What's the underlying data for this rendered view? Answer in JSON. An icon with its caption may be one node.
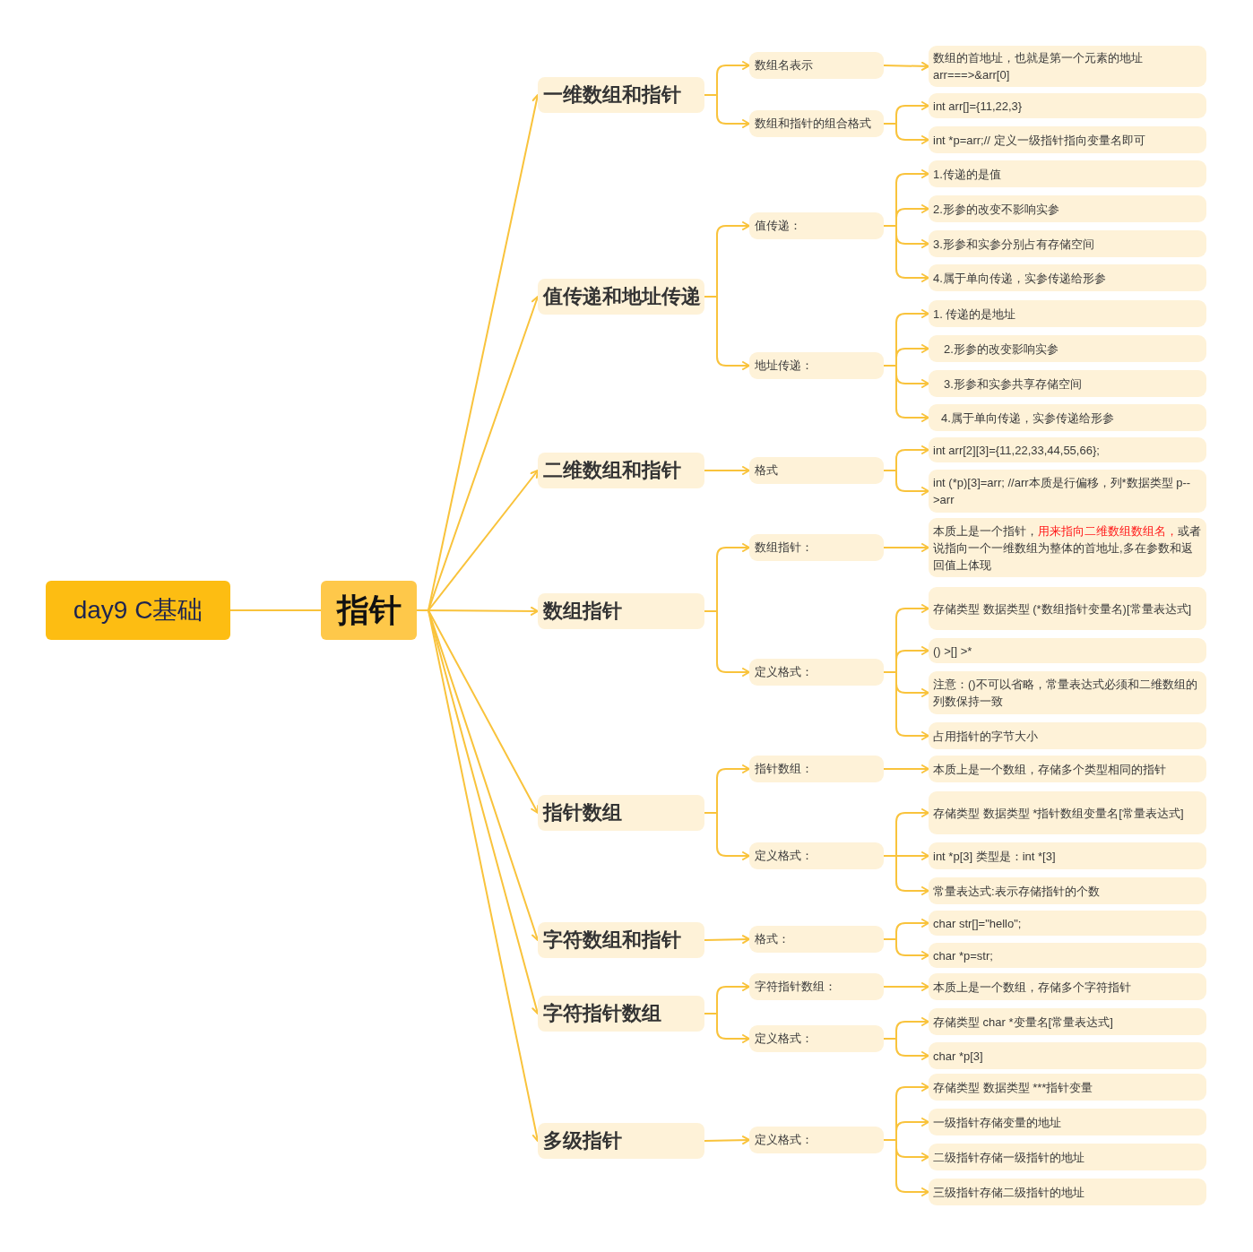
{
  "diagram": {
    "nodes": [
      {
        "text": [
          "day9 C基础"
        ]
      },
      {
        "text": [
          "指针"
        ]
      },
      {
        "text": [
          "一维数组和指针"
        ]
      },
      {
        "text": [
          "值传递和地址传递"
        ]
      },
      {
        "text": [
          "二维数组和指针"
        ]
      },
      {
        "text": [
          "数组指针"
        ]
      },
      {
        "text": [
          "指针数组"
        ]
      },
      {
        "text": [
          "字符数组和指针"
        ]
      },
      {
        "text": [
          "字符指针数组"
        ]
      },
      {
        "text": [
          "多级指针"
        ]
      },
      {
        "text": [
          "数组名表示"
        ]
      },
      {
        "text": [
          "数组和指针的组合格式"
        ]
      },
      {
        "text": [
          "值传递："
        ]
      },
      {
        "text": [
          "地址传递："
        ]
      },
      {
        "text": [
          "格式"
        ]
      },
      {
        "text": [
          "数组指针："
        ]
      },
      {
        "text": [
          "定义格式："
        ]
      },
      {
        "text": [
          "指针数组："
        ]
      },
      {
        "text": [
          "定义格式："
        ]
      },
      {
        "text": [
          "格式："
        ]
      },
      {
        "text": [
          "字符指针数组："
        ]
      },
      {
        "text": [
          "定义格式："
        ]
      },
      {
        "text": [
          "定义格式："
        ]
      },
      {
        "text": [
          "数组的首地址，也就是第一个元素的地址 arr===>&arr[0]"
        ]
      },
      {
        "text": [
          "int arr[]={11,22,3}"
        ]
      },
      {
        "text": [
          "int *p=arr;// 定义一级指针指向变量名即可"
        ]
      },
      {
        "text": [
          "1.传递的是值"
        ]
      },
      {
        "text": [
          "2.形参的改变不影响实参"
        ]
      },
      {
        "text": [
          "3.形参和实参分别占有存储空间"
        ]
      },
      {
        "text": [
          "4.属于单向传递，实参传递给形参"
        ]
      },
      {
        "text": [
          "1. 传递的是地址"
        ]
      },
      {
        "text": [
          "2.形参的改变影响实参"
        ]
      },
      {
        "text": [
          "3.形参和实参共享存储空间"
        ]
      },
      {
        "text": [
          "4.属于单向传递，实参传递给形参"
        ]
      },
      {
        "text": [
          "int arr[2][3]={11,22,33,44,55,66};"
        ]
      },
      {
        "text": [
          "int (*p)[3]=arr;  //arr本质是行偏移，列*数据类型 p-->arr"
        ]
      },
      {
        "text": [
          "本质上是一个指针，",
          "用来指向二维数组数组名，",
          "或者说指向一个一维数组为整体的首地址,多在参数和返回值上体现"
        ]
      },
      {
        "text": [
          "存储类型  数据类型  (*数组指针变量名)[常量表达式]"
        ]
      },
      {
        "text": [
          "() >[] >*"
        ]
      },
      {
        "text": [
          "注意：()不可以省略，常量表达式必须和二维数组的列数保持一致"
        ]
      },
      {
        "text": [
          "占用指针的字节大小"
        ]
      },
      {
        "text": [
          "本质上是一个数组，存储多个类型相同的指针"
        ]
      },
      {
        "text": [
          "存储类型  数据类型  *指针数组变量名[常量表达式]"
        ]
      },
      {
        "text": [
          "int *p[3]   类型是：int *[3]"
        ]
      },
      {
        "text": [
          "常量表达式:表示存储指针的个数"
        ]
      },
      {
        "text": [
          "char str[]=\"hello\";"
        ]
      },
      {
        "text": [
          "char *p=str;"
        ]
      },
      {
        "text": [
          "本质上是一个数组，存储多个字符指针"
        ]
      },
      {
        "text": [
          "存储类型  char *变量名[常量表达式]"
        ]
      },
      {
        "text": [
          "char *p[3]"
        ]
      },
      {
        "text": [
          "存储类型  数据类型  ***指针变量"
        ]
      },
      {
        "text": [
          "一级指针存储变量的地址"
        ]
      },
      {
        "text": [
          "二级指针存储一级指针的地址"
        ]
      },
      {
        "text": [
          "三级指针存储二级指针的地址"
        ]
      }
    ],
    "edges": [
      {
        "from": 0,
        "to": 1,
        "arrow": "none"
      },
      {
        "from": 1,
        "to": 2,
        "arrow": "to"
      },
      {
        "from": 1,
        "to": 3,
        "arrow": "to"
      },
      {
        "from": 1,
        "to": 4,
        "arrow": "to"
      },
      {
        "from": 1,
        "to": 5,
        "arrow": "to"
      },
      {
        "from": 1,
        "to": 6,
        "arrow": "to"
      },
      {
        "from": 1,
        "to": 7,
        "arrow": "to"
      },
      {
        "from": 1,
        "to": 8,
        "arrow": "to"
      },
      {
        "from": 1,
        "to": 9,
        "arrow": "to"
      },
      {
        "from": 2,
        "to": 10,
        "arrow": "to"
      },
      {
        "from": 2,
        "to": 11,
        "arrow": "to"
      },
      {
        "from": 3,
        "to": 12,
        "arrow": "to"
      },
      {
        "from": 3,
        "to": 13,
        "arrow": "to"
      },
      {
        "from": 4,
        "to": 14,
        "arrow": "to"
      },
      {
        "from": 5,
        "to": 15,
        "arrow": "to"
      },
      {
        "from": 5,
        "to": 16,
        "arrow": "to"
      },
      {
        "from": 6,
        "to": 17,
        "arrow": "to"
      },
      {
        "from": 6,
        "to": 18,
        "arrow": "to"
      },
      {
        "from": 7,
        "to": 19,
        "arrow": "to"
      },
      {
        "from": 8,
        "to": 20,
        "arrow": "to"
      },
      {
        "from": 8,
        "to": 21,
        "arrow": "to"
      },
      {
        "from": 9,
        "to": 22,
        "arrow": "to"
      },
      {
        "from": 10,
        "to": 23,
        "arrow": "to"
      },
      {
        "from": 11,
        "to": 24,
        "arrow": "to"
      },
      {
        "from": 11,
        "to": 25,
        "arrow": "to"
      },
      {
        "from": 12,
        "to": 26,
        "arrow": "to"
      },
      {
        "from": 12,
        "to": 27,
        "arrow": "to"
      },
      {
        "from": 12,
        "to": 28,
        "arrow": "to"
      },
      {
        "from": 12,
        "to": 29,
        "arrow": "to"
      },
      {
        "from": 13,
        "to": 30,
        "arrow": "to"
      },
      {
        "from": 13,
        "to": 31,
        "arrow": "to"
      },
      {
        "from": 13,
        "to": 32,
        "arrow": "to"
      },
      {
        "from": 13,
        "to": 33,
        "arrow": "to"
      },
      {
        "from": 14,
        "to": 34,
        "arrow": "to"
      },
      {
        "from": 14,
        "to": 35,
        "arrow": "to"
      },
      {
        "from": 15,
        "to": 36,
        "arrow": "to"
      },
      {
        "from": 16,
        "to": 37,
        "arrow": "to"
      },
      {
        "from": 16,
        "to": 38,
        "arrow": "to"
      },
      {
        "from": 16,
        "to": 39,
        "arrow": "to"
      },
      {
        "from": 16,
        "to": 40,
        "arrow": "to"
      },
      {
        "from": 17,
        "to": 41,
        "arrow": "to"
      },
      {
        "from": 18,
        "to": 42,
        "arrow": "to"
      },
      {
        "from": 18,
        "to": 43,
        "arrow": "to"
      },
      {
        "from": 18,
        "to": 44,
        "arrow": "to"
      },
      {
        "from": 19,
        "to": 45,
        "arrow": "to"
      },
      {
        "from": 19,
        "to": 46,
        "arrow": "to"
      },
      {
        "from": 20,
        "to": 47,
        "arrow": "to"
      },
      {
        "from": 21,
        "to": 48,
        "arrow": "to"
      },
      {
        "from": 21,
        "to": 49,
        "arrow": "to"
      },
      {
        "from": 22,
        "to": 50,
        "arrow": "to"
      },
      {
        "from": 22,
        "to": 51,
        "arrow": "to"
      },
      {
        "from": 22,
        "to": 52,
        "arrow": "to"
      },
      {
        "from": 22,
        "to": 53,
        "arrow": "to"
      }
    ]
  }
}
